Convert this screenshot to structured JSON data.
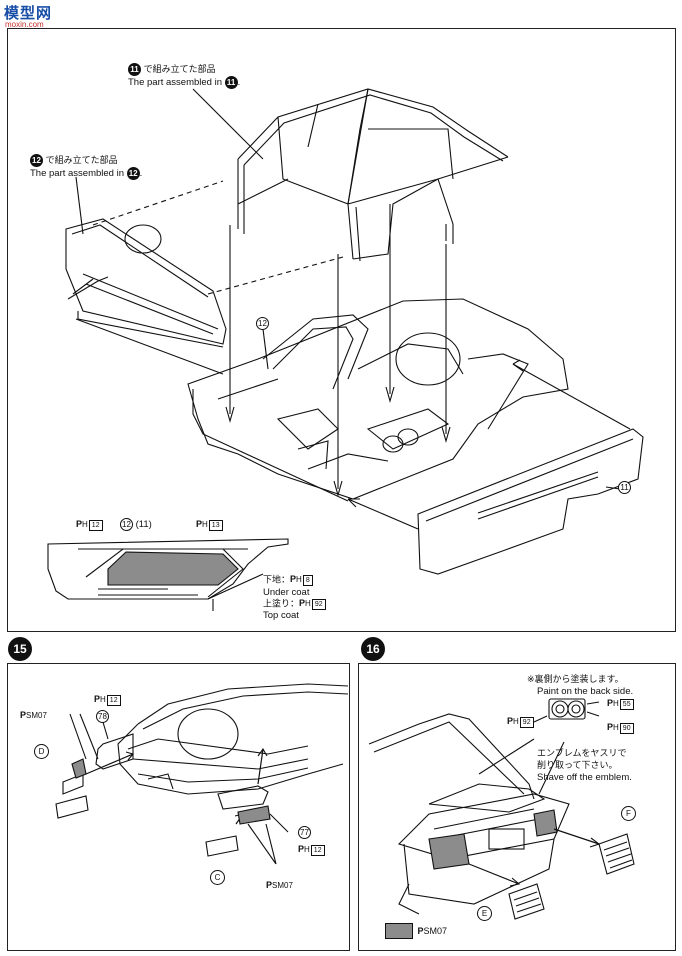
{
  "watermark": {
    "logo_text": "模型网",
    "site": "moxin.com"
  },
  "top_panel": {
    "callout_11": {
      "num": "11",
      "jp": "で組み立てた部品",
      "en": "The part assembled in",
      "ref": "11"
    },
    "callout_12": {
      "num": "12",
      "jp": "で組み立てた部品",
      "en": "The part assembled in",
      "ref": "12"
    },
    "part_12_label": "12",
    "part_11_label": "11",
    "inset": {
      "paint_a": {
        "prefix": "P",
        "sub": "H",
        "code": "12"
      },
      "part_label_main": "12",
      "part_label_alt": "(11)",
      "paint_b": {
        "prefix": "P",
        "sub": "H",
        "code": "13"
      },
      "undercoat_jp": "下地：",
      "undercoat_code": "8",
      "undercoat_en": "Under coat",
      "topcoat_jp": "上塗り：",
      "topcoat_code": "92",
      "topcoat_en": "Top coat"
    }
  },
  "step15": {
    "number": "15",
    "paint_sm07_top": "SM07",
    "paint_top": {
      "prefix": "P",
      "sub": "H",
      "code": "12"
    },
    "part_78": "78",
    "letter_d": "D",
    "part_77": "77",
    "paint_bottom": {
      "prefix": "P",
      "sub": "H",
      "code": "12"
    },
    "letter_c": "C",
    "paint_sm07_bottom": "SM07"
  },
  "step16": {
    "number": "16",
    "note_jp": "※裏側から塗装します。",
    "note_en": "Paint on the back side.",
    "paint_55": {
      "prefix": "P",
      "sub": "H",
      "code": "55"
    },
    "paint_92": {
      "prefix": "P",
      "sub": "H",
      "code": "92"
    },
    "paint_90": {
      "prefix": "P",
      "sub": "H",
      "code": "90"
    },
    "emblem_jp_1": "エンブレムをヤスリで",
    "emblem_jp_2": "削り取って下さい。",
    "emblem_en": "Shave off the emblem.",
    "letter_f": "F",
    "letter_e": "E",
    "legend_sm07": "SM07",
    "legend_color": "#8c8c8c"
  }
}
